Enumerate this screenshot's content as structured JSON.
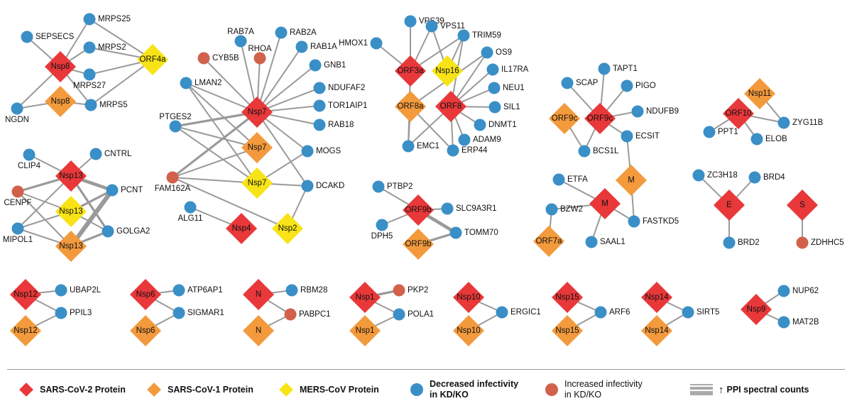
{
  "colors": {
    "sars2": "#e8383a",
    "sars1": "#f39a3d",
    "mers": "#f8e416",
    "decreased": "#3a8fc7",
    "increased": "#d2614b",
    "edge": "#9a9a9a"
  },
  "legend": {
    "sars2": "SARS-CoV-2 Protein",
    "sars1": "SARS-CoV-1 Protein",
    "mers": "MERS-CoV Protein",
    "decreased": "Decreased infectivity\nin KD/KO",
    "increased": "Increased infectivity\nin KD/KO",
    "ppi_arrow": "↑",
    "ppi": "PPI spectral counts"
  },
  "viral_nodes": {
    "v_nsp8_2": {
      "label": "Nsp8",
      "type": "sars2"
    },
    "v_nsp8_1": {
      "label": "Nsp8",
      "type": "sars1"
    },
    "v_orf4a": {
      "label": "ORF4a",
      "type": "mers"
    },
    "v_nsp7_2": {
      "label": "Nsp7",
      "type": "sars2"
    },
    "v_nsp7_1": {
      "label": "Nsp7",
      "type": "sars1"
    },
    "v_nsp7_m": {
      "label": "Nsp7",
      "type": "mers"
    },
    "v_nsp4_2": {
      "label": "Nsp4",
      "type": "sars2"
    },
    "v_nsp2_m": {
      "label": "Nsp2",
      "type": "mers"
    },
    "v_orf3a_2": {
      "label": "ORF3a",
      "type": "sars2"
    },
    "v_nsp16_m": {
      "label": "Nsp16",
      "type": "mers"
    },
    "v_orf8a_1": {
      "label": "ORF8a",
      "type": "sars1"
    },
    "v_orf8_2": {
      "label": "ORF8",
      "type": "sars2"
    },
    "v_orf9c_1": {
      "label": "ORF9c",
      "type": "sars1"
    },
    "v_orf9c_2": {
      "label": "ORF9c",
      "type": "sars2"
    },
    "v_nsp11_1": {
      "label": "Nsp11",
      "type": "sars1"
    },
    "v_orf10_2": {
      "label": "ORF10",
      "type": "sars2"
    },
    "v_nsp13_2": {
      "label": "Nsp13",
      "type": "sars2"
    },
    "v_nsp13_m": {
      "label": "Nsp13",
      "type": "mers"
    },
    "v_nsp13_1": {
      "label": "Nsp13",
      "type": "sars1"
    },
    "v_orf9b_2": {
      "label": "ORF9b",
      "type": "sars2"
    },
    "v_orf9b_1": {
      "label": "ORF9b",
      "type": "sars1"
    },
    "v_m_1": {
      "label": "M",
      "type": "sars1"
    },
    "v_m_2": {
      "label": "M",
      "type": "sars2"
    },
    "v_orf7a_1": {
      "label": "ORF7a",
      "type": "sars1"
    },
    "v_e_2": {
      "label": "E",
      "type": "sars2"
    },
    "v_s_2": {
      "label": "S",
      "type": "sars2"
    },
    "v_nsp12_2": {
      "label": "Nsp12",
      "type": "sars2"
    },
    "v_nsp12_1": {
      "label": "Nsp12",
      "type": "sars1"
    },
    "v_nsp6_2": {
      "label": "Nsp6",
      "type": "sars2"
    },
    "v_nsp6_1": {
      "label": "Nsp6",
      "type": "sars1"
    },
    "v_n_2": {
      "label": "N",
      "type": "sars2"
    },
    "v_n_1": {
      "label": "N",
      "type": "sars1"
    },
    "v_nsp1_2": {
      "label": "Nsp1",
      "type": "sars2"
    },
    "v_nsp1_1": {
      "label": "Nsp1",
      "type": "sars1"
    },
    "v_nsp10_2": {
      "label": "Nsp10",
      "type": "sars2"
    },
    "v_nsp10_1": {
      "label": "Nsp10",
      "type": "sars1"
    },
    "v_nsp15_2": {
      "label": "Nsp15",
      "type": "sars2"
    },
    "v_nsp15_1": {
      "label": "Nsp15",
      "type": "sars1"
    },
    "v_nsp14_2": {
      "label": "Nsp14",
      "type": "sars2"
    },
    "v_nsp14_1": {
      "label": "Nsp14",
      "type": "sars1"
    },
    "v_nsp9_2": {
      "label": "Nsp9",
      "type": "sars2"
    }
  },
  "host_nodes": {
    "h_sepsecs": {
      "label": "SEPSECS",
      "effect": "decreased"
    },
    "h_mrps25": {
      "label": "MRPS25",
      "effect": "decreased"
    },
    "h_mrps2": {
      "label": "MRPS2",
      "effect": "decreased"
    },
    "h_mrps27": {
      "label": "MRPS27",
      "effect": "decreased"
    },
    "h_ngdn": {
      "label": "NGDN",
      "effect": "decreased"
    },
    "h_mrps5": {
      "label": "MRPS5",
      "effect": "decreased"
    },
    "h_cyb5b": {
      "label": "CYB5B",
      "effect": "increased"
    },
    "h_rab7a": {
      "label": "RAB7A",
      "effect": "decreased"
    },
    "h_rhoa": {
      "label": "RHOA",
      "effect": "increased"
    },
    "h_rab2a": {
      "label": "RAB2A",
      "effect": "decreased"
    },
    "h_rab1a": {
      "label": "RAB1A",
      "effect": "decreased"
    },
    "h_gnb1": {
      "label": "GNB1",
      "effect": "decreased"
    },
    "h_ndufaf2": {
      "label": "NDUFAF2",
      "effect": "decreased"
    },
    "h_tor1aip1": {
      "label": "TOR1AIP1",
      "effect": "decreased"
    },
    "h_rab18": {
      "label": "RAB18",
      "effect": "decreased"
    },
    "h_lman2": {
      "label": "LMAN2",
      "effect": "decreased"
    },
    "h_ptges2": {
      "label": "PTGES2",
      "effect": "decreased"
    },
    "h_mogs": {
      "label": "MOGS",
      "effect": "decreased"
    },
    "h_fam162a": {
      "label": "FAM162A",
      "effect": "increased"
    },
    "h_dcakd": {
      "label": "DCAKD",
      "effect": "decreased"
    },
    "h_alg11": {
      "label": "ALG11",
      "effect": "decreased"
    },
    "h_hmox1": {
      "label": "HMOX1",
      "effect": "decreased"
    },
    "h_vps39": {
      "label": "VPS39",
      "effect": "decreased"
    },
    "h_vps11": {
      "label": "VPS11",
      "effect": "decreased"
    },
    "h_trim59": {
      "label": "TRIM59",
      "effect": "decreased"
    },
    "h_os9": {
      "label": "OS9",
      "effect": "decreased"
    },
    "h_il17ra": {
      "label": "IL17RA",
      "effect": "decreased"
    },
    "h_neu1": {
      "label": "NEU1",
      "effect": "decreased"
    },
    "h_sil1": {
      "label": "SIL1",
      "effect": "decreased"
    },
    "h_dnmt1": {
      "label": "DNMT1",
      "effect": "decreased"
    },
    "h_adam9": {
      "label": "ADAM9",
      "effect": "decreased"
    },
    "h_emc1": {
      "label": "EMC1",
      "effect": "decreased"
    },
    "h_erp44": {
      "label": "ERP44",
      "effect": "decreased"
    },
    "h_tapt1": {
      "label": "TAPT1",
      "effect": "decreased"
    },
    "h_scap": {
      "label": "SCAP",
      "effect": "decreased"
    },
    "h_pigo": {
      "label": "PIGO",
      "effect": "decreased"
    },
    "h_ndufb9": {
      "label": "NDUFB9",
      "effect": "decreased"
    },
    "h_ecsit": {
      "label": "ECSIT",
      "effect": "decreased"
    },
    "h_bcs1l": {
      "label": "BCS1L",
      "effect": "decreased"
    },
    "h_ppt1": {
      "label": "PPT1",
      "effect": "decreased"
    },
    "h_elob": {
      "label": "ELOB",
      "effect": "decreased"
    },
    "h_zyg11b": {
      "label": "ZYG11B",
      "effect": "decreased"
    },
    "h_clip4": {
      "label": "CLIP4",
      "effect": "decreased"
    },
    "h_cntrl": {
      "label": "CNTRL",
      "effect": "decreased"
    },
    "h_cenpf": {
      "label": "CENPF",
      "effect": "increased"
    },
    "h_pcnt": {
      "label": "PCNT",
      "effect": "decreased"
    },
    "h_mipol1": {
      "label": "MIPOL1",
      "effect": "decreased"
    },
    "h_golga2": {
      "label": "GOLGA2",
      "effect": "decreased"
    },
    "h_ptbp2": {
      "label": "PTBP2",
      "effect": "decreased"
    },
    "h_slc9a3r1": {
      "label": "SLC9A3R1",
      "effect": "decreased"
    },
    "h_dph5": {
      "label": "DPH5",
      "effect": "decreased"
    },
    "h_tomm70": {
      "label": "TOMM70",
      "effect": "decreased"
    },
    "h_etfa": {
      "label": "ETFA",
      "effect": "decreased"
    },
    "h_bzw2": {
      "label": "BZW2",
      "effect": "decreased"
    },
    "h_saal1": {
      "label": "SAAL1",
      "effect": "decreased"
    },
    "h_fastkd5": {
      "label": "FASTKD5",
      "effect": "decreased"
    },
    "h_zc3h18": {
      "label": "ZC3H18",
      "effect": "decreased"
    },
    "h_brd4": {
      "label": "BRD4",
      "effect": "decreased"
    },
    "h_brd2": {
      "label": "BRD2",
      "effect": "decreased"
    },
    "h_zdhhc5": {
      "label": "ZDHHC5",
      "effect": "increased"
    },
    "h_ubap2l": {
      "label": "UBAP2L",
      "effect": "decreased"
    },
    "h_ppil3": {
      "label": "PPIL3",
      "effect": "decreased"
    },
    "h_atp6ap1": {
      "label": "ATP6AP1",
      "effect": "decreased"
    },
    "h_sigmar1": {
      "label": "SIGMAR1",
      "effect": "decreased"
    },
    "h_rbm28": {
      "label": "RBM28",
      "effect": "decreased"
    },
    "h_pabpc1": {
      "label": "PABPC1",
      "effect": "increased"
    },
    "h_pkp2": {
      "label": "PKP2",
      "effect": "increased"
    },
    "h_pola1": {
      "label": "POLA1",
      "effect": "decreased"
    },
    "h_ergic1": {
      "label": "ERGIC1",
      "effect": "decreased"
    },
    "h_arf6": {
      "label": "ARF6",
      "effect": "decreased"
    },
    "h_sirt5": {
      "label": "SIRT5",
      "effect": "decreased"
    },
    "h_nup62": {
      "label": "NUP62",
      "effect": "decreased"
    },
    "h_mat2b": {
      "label": "MAT2B",
      "effect": "decreased"
    }
  },
  "edges": [
    [
      "v_nsp8_2",
      "h_sepsecs",
      1
    ],
    [
      "v_nsp8_2",
      "h_mrps25",
      1
    ],
    [
      "v_nsp8_2",
      "h_mrps2",
      1
    ],
    [
      "v_nsp8_2",
      "h_mrps27",
      1
    ],
    [
      "v_nsp8_2",
      "h_ngdn",
      1
    ],
    [
      "v_nsp8_2",
      "h_mrps5",
      1
    ],
    [
      "v_nsp8_1",
      "h_ngdn",
      1
    ],
    [
      "v_nsp8_1",
      "h_mrps5",
      1
    ],
    [
      "v_orf4a",
      "h_mrps25",
      1
    ],
    [
      "v_orf4a",
      "h_mrps2",
      1
    ],
    [
      "v_orf4a",
      "h_mrps27",
      1
    ],
    [
      "v_orf4a",
      "h_mrps5",
      1
    ],
    [
      "v_nsp7_2",
      "h_cyb5b",
      1
    ],
    [
      "v_nsp7_2",
      "h_rab7a",
      1
    ],
    [
      "v_nsp7_2",
      "h_rhoa",
      1
    ],
    [
      "v_nsp7_2",
      "h_rab2a",
      1
    ],
    [
      "v_nsp7_2",
      "h_rab1a",
      1
    ],
    [
      "v_nsp7_2",
      "h_gnb1",
      1
    ],
    [
      "v_nsp7_2",
      "h_ndufaf2",
      1
    ],
    [
      "v_nsp7_2",
      "h_tor1aip1",
      1
    ],
    [
      "v_nsp7_2",
      "h_rab18",
      1
    ],
    [
      "v_nsp7_2",
      "h_lman2",
      1
    ],
    [
      "v_nsp7_2",
      "h_ptges2",
      2
    ],
    [
      "v_nsp7_2",
      "h_mogs",
      1
    ],
    [
      "v_nsp7_2",
      "h_fam162a",
      2
    ],
    [
      "v_nsp7_2",
      "h_dcakd",
      1
    ],
    [
      "v_nsp7_1",
      "h_lman2",
      1
    ],
    [
      "v_nsp7_1",
      "h_ptges2",
      1
    ],
    [
      "v_nsp7_1",
      "h_fam162a",
      1
    ],
    [
      "v_nsp7_m",
      "h_lman2",
      1
    ],
    [
      "v_nsp7_m",
      "h_ptges2",
      1
    ],
    [
      "v_nsp7_m",
      "h_mogs",
      1
    ],
    [
      "v_nsp7_m",
      "h_fam162a",
      1
    ],
    [
      "v_nsp7_m",
      "h_dcakd",
      1
    ],
    [
      "v_nsp4_2",
      "h_alg11",
      1
    ],
    [
      "v_nsp2_m",
      "h_fam162a",
      1
    ],
    [
      "v_nsp2_m",
      "h_dcakd",
      1
    ],
    [
      "v_orf3a_2",
      "h_hmox1",
      1
    ],
    [
      "v_orf3a_2",
      "h_vps39",
      1
    ],
    [
      "v_orf3a_2",
      "h_vps11",
      1
    ],
    [
      "v_orf3a_2",
      "h_trim59",
      1
    ],
    [
      "v_orf3a_2",
      "h_emc1",
      1
    ],
    [
      "v_nsp16_m",
      "h_vps11",
      1
    ],
    [
      "v_nsp16_m",
      "h_trim59",
      1
    ],
    [
      "v_orf8_2",
      "h_trim59",
      1
    ],
    [
      "v_orf8_2",
      "h_os9",
      1
    ],
    [
      "v_orf8_2",
      "h_il17ra",
      1
    ],
    [
      "v_orf8_2",
      "h_neu1",
      1
    ],
    [
      "v_orf8_2",
      "h_sil1",
      1
    ],
    [
      "v_orf8_2",
      "h_dnmt1",
      1
    ],
    [
      "v_orf8_2",
      "h_adam9",
      1
    ],
    [
      "v_orf8_2",
      "h_emc1",
      1
    ],
    [
      "v_orf8_2",
      "h_erp44",
      1
    ],
    [
      "v_orf8a_1",
      "h_emc1",
      1
    ],
    [
      "v_orf8a_1",
      "h_erp44",
      1
    ],
    [
      "v_orf8a_1",
      "h_os9",
      1
    ],
    [
      "v_orf9c_2",
      "h_tapt1",
      1
    ],
    [
      "v_orf9c_2",
      "h_scap",
      1
    ],
    [
      "v_orf9c_2",
      "h_pigo",
      1
    ],
    [
      "v_orf9c_2",
      "h_ndufb9",
      1
    ],
    [
      "v_orf9c_2",
      "h_ecsit",
      1
    ],
    [
      "v_orf9c_2",
      "h_bcs1l",
      1
    ],
    [
      "v_orf9c_1",
      "h_bcs1l",
      1
    ],
    [
      "v_orf10_2",
      "h_ppt1",
      1
    ],
    [
      "v_orf10_2",
      "h_elob",
      1
    ],
    [
      "v_orf10_2",
      "h_zyg11b",
      1
    ],
    [
      "v_nsp11_1",
      "h_zyg11b",
      1
    ],
    [
      "v_nsp13_2",
      "h_clip4",
      1
    ],
    [
      "v_nsp13_2",
      "h_cntrl",
      1
    ],
    [
      "v_nsp13_2",
      "h_cenpf",
      2
    ],
    [
      "v_nsp13_2",
      "h_pcnt",
      3
    ],
    [
      "v_nsp13_2",
      "h_golga2",
      2
    ],
    [
      "v_nsp13_2",
      "h_mipol1",
      1
    ],
    [
      "v_nsp13_m",
      "h_pcnt",
      2
    ],
    [
      "v_nsp13_m",
      "h_cenpf",
      1
    ],
    [
      "v_nsp13_m",
      "h_mipol1",
      1
    ],
    [
      "v_nsp13_m",
      "h_golga2",
      1
    ],
    [
      "v_nsp13_1",
      "h_pcnt",
      4
    ],
    [
      "v_nsp13_1",
      "h_golga2",
      2
    ],
    [
      "v_nsp13_1",
      "h_cenpf",
      1
    ],
    [
      "v_nsp13_1",
      "h_mipol1",
      1
    ],
    [
      "v_orf9b_2",
      "h_ptbp2",
      1
    ],
    [
      "v_orf9b_2",
      "h_slc9a3r1",
      1
    ],
    [
      "v_orf9b_2",
      "h_dph5",
      1
    ],
    [
      "v_orf9b_2",
      "h_tomm70",
      3
    ],
    [
      "v_orf9b_1",
      "h_tomm70",
      2
    ],
    [
      "v_m_2",
      "h_etfa",
      1
    ],
    [
      "v_m_2",
      "h_bzw2",
      1
    ],
    [
      "v_m_2",
      "h_saal1",
      1
    ],
    [
      "v_m_2",
      "h_fastkd5",
      1
    ],
    [
      "v_m_1",
      "h_fastkd5",
      1
    ],
    [
      "v_m_1",
      "h_ecsit",
      1
    ],
    [
      "v_orf7a_1",
      "h_bzw2",
      1
    ],
    [
      "v_e_2",
      "h_zc3h18",
      1
    ],
    [
      "v_e_2",
      "h_brd4",
      1
    ],
    [
      "v_e_2",
      "h_brd2",
      1
    ],
    [
      "v_s_2",
      "h_zdhhc5",
      1
    ],
    [
      "v_nsp12_2",
      "h_ubap2l",
      1
    ],
    [
      "v_nsp12_2",
      "h_ppil3",
      1
    ],
    [
      "v_nsp12_1",
      "h_ppil3",
      1
    ],
    [
      "v_nsp6_2",
      "h_atp6ap1",
      1
    ],
    [
      "v_nsp6_2",
      "h_sigmar1",
      1
    ],
    [
      "v_nsp6_1",
      "h_sigmar1",
      1
    ],
    [
      "v_n_2",
      "h_rbm28",
      1
    ],
    [
      "v_n_2",
      "h_pabpc1",
      1
    ],
    [
      "v_n_1",
      "h_pabpc1",
      1
    ],
    [
      "v_nsp1_2",
      "h_pkp2",
      2
    ],
    [
      "v_nsp1_2",
      "h_pola1",
      1
    ],
    [
      "v_nsp1_1",
      "h_pola1",
      1
    ],
    [
      "v_nsp10_2",
      "h_ergic1",
      1
    ],
    [
      "v_nsp10_1",
      "h_ergic1",
      1
    ],
    [
      "v_nsp15_2",
      "h_arf6",
      1
    ],
    [
      "v_nsp15_1",
      "h_arf6",
      1
    ],
    [
      "v_nsp14_2",
      "h_sirt5",
      1
    ],
    [
      "v_nsp14_1",
      "h_sirt5",
      1
    ],
    [
      "v_nsp9_2",
      "h_nup62",
      1
    ],
    [
      "v_nsp9_2",
      "h_mat2b",
      1
    ]
  ]
}
